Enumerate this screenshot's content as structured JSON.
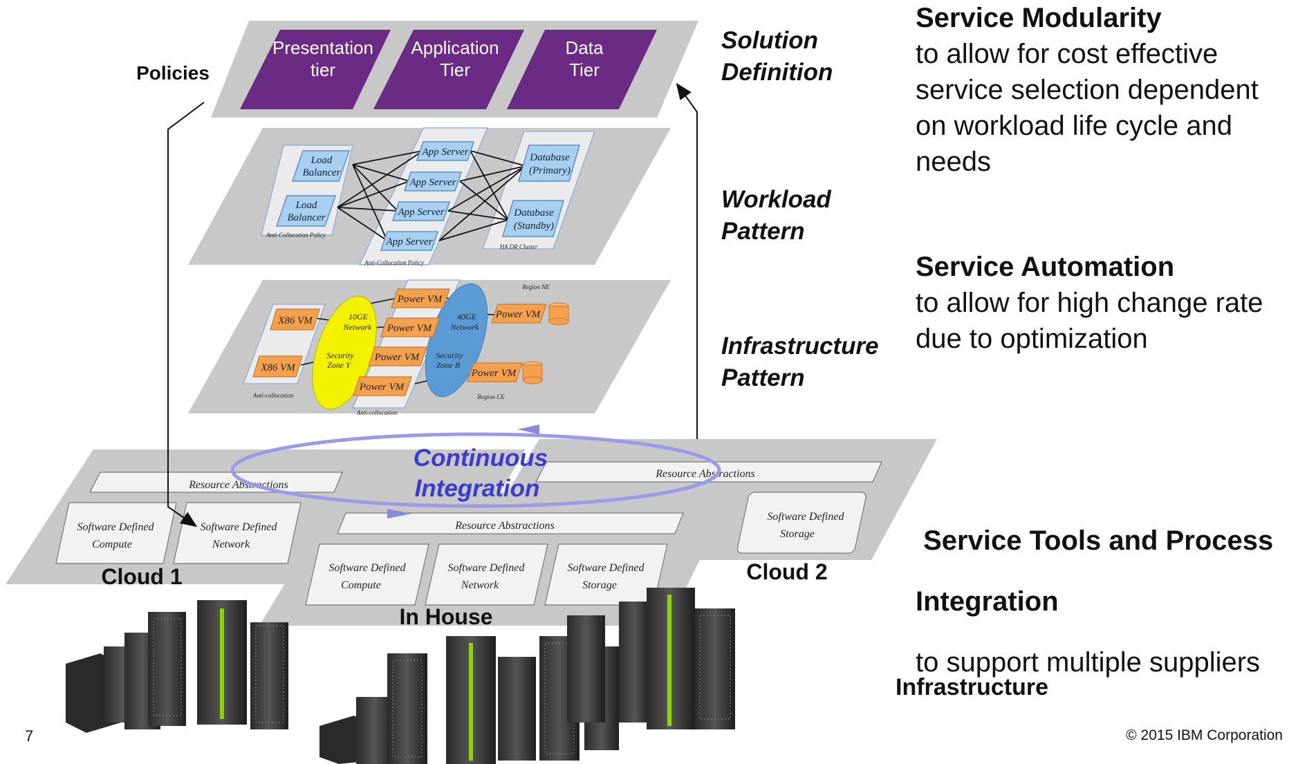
{
  "policies_label": "Policies",
  "tiers": [
    {
      "line1": "Presentation",
      "line2": "tier"
    },
    {
      "line1": "Application",
      "line2": "Tier"
    },
    {
      "line1": "Data",
      "line2": "Tier"
    }
  ],
  "layers": {
    "solution": {
      "line1": "Solution",
      "line2": "Definition"
    },
    "workload": {
      "line1": "Workload",
      "line2": "Pattern"
    },
    "infrastructure": {
      "line1": "Infrastructure",
      "line2": "Pattern"
    }
  },
  "workload_pattern": {
    "load_balancer": {
      "line1": "Load",
      "line2": "Balancer"
    },
    "app_server": "App Server",
    "database_primary": {
      "line1": "Database",
      "line2": "(Primary)"
    },
    "database_standby": {
      "line1": "Database",
      "line2": "(Standby)"
    },
    "anti_collocation_policy": "Anti-Collocation Policy",
    "ha_dr_cluster": "HA DR Cluster"
  },
  "infra_pattern": {
    "x86_vm": "X86 VM",
    "power_vm": "Power VM",
    "net_10ge": {
      "line1": "10GE",
      "line2": "Network"
    },
    "net_40ge": {
      "line1": "40GE",
      "line2": "Network"
    },
    "zone_y": {
      "line1": "Security",
      "line2": "Zone Y"
    },
    "zone_b": {
      "line1": "Security",
      "line2": "Zone B"
    },
    "region_ne": "Region NE",
    "region_ce": "Region CE",
    "anti_collocation": "Anti-collocation"
  },
  "continuous_integration": {
    "line1": "Continuous",
    "line2": "Integration"
  },
  "clouds": {
    "cloud1": "Cloud 1",
    "cloud2": "Cloud 2",
    "in_house": "In House",
    "resource_abstractions": "Resource Abstractions",
    "sd_compute": {
      "line1": "Software Defined",
      "line2": "Compute"
    },
    "sd_network": {
      "line1": "Software Defined",
      "line2": "Network"
    },
    "sd_storage": {
      "line1": "Software Defined",
      "line2": "Storage"
    }
  },
  "side": {
    "modularity_title": "Service Modularity",
    "modularity_lines": [
      "to allow for cost effective",
      "service selection dependent",
      "on workload life cycle and",
      "needs"
    ],
    "automation_title": "Service Automation",
    "automation_lines": [
      "to allow for high change rate",
      "due to optimization"
    ],
    "tools_title_1": " Service Tools and Process",
    "tools_title_2": "Integration",
    "tools_lines": [
      "to support multiple suppliers"
    ]
  },
  "infrastructure_label": "Infrastructure",
  "page_number": "7",
  "copyright": "© 2015 IBM Corporation",
  "colors": {
    "tier_purple": "#6b2a84",
    "layer_gray": "#c8c8c8",
    "node_blue": "#a7cff0",
    "node_orange": "#f5a04d",
    "zone_yellow": "#f2f200",
    "zone_blue": "#5b9bd5",
    "ci_text": "#3a3ad4",
    "ci_ring": "#9a9ae8"
  }
}
